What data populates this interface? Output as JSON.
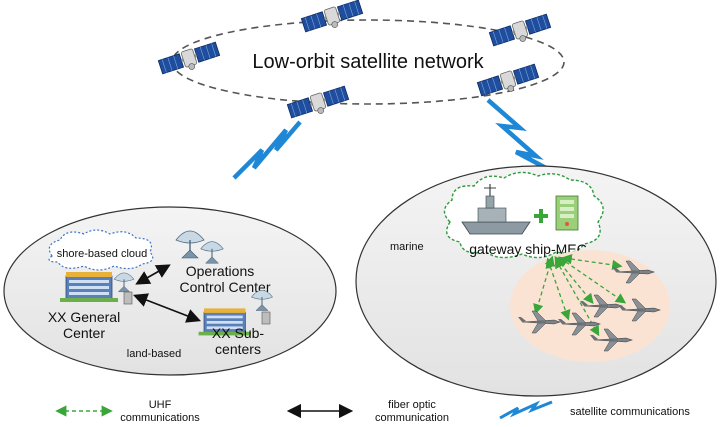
{
  "satellite_network": {
    "title": "Low-orbit satellite network"
  },
  "land": {
    "region_label": "land-based",
    "cloud_label": "shore-based cloud",
    "ops_center": [
      "Operations",
      "Control Center"
    ],
    "general_center": [
      "XX General",
      "Center"
    ],
    "sub_centers": [
      "XX Sub-",
      "centers"
    ]
  },
  "marine": {
    "region_label": "marine",
    "gateway_label": "gateway ship-MEC"
  },
  "legend": {
    "uhf": [
      "UHF",
      "communications"
    ],
    "fiber": [
      "fiber optic",
      "communication"
    ],
    "satellite": "satellite communications"
  },
  "colors": {
    "uhf": "#3aa63a",
    "satellite_bolt": "#1e88d6",
    "fiber": "#111111",
    "ellipse_fill": "#ececec",
    "uav_zone": "#fbe3d3",
    "cloud_stroke_land": "#3b73c4",
    "cloud_stroke_marine": "#2e9a3e"
  }
}
